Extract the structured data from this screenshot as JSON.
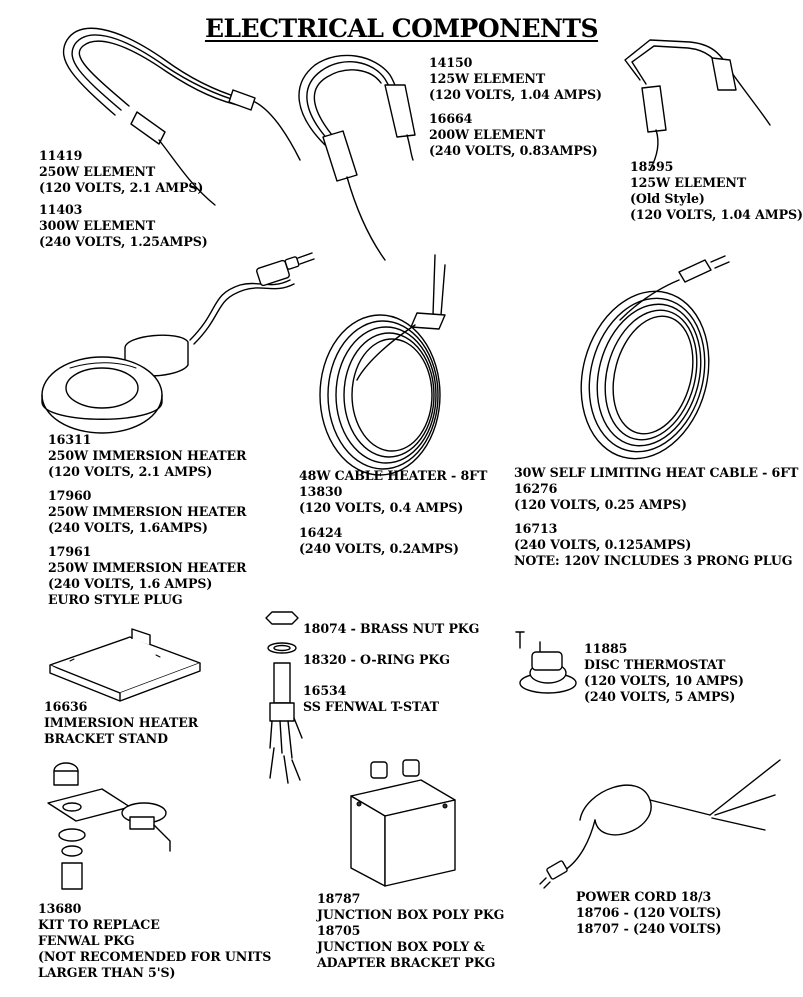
{
  "title": "ELECTRICAL COMPONENTS",
  "items": {
    "c11419": [
      "11419",
      "250W ELEMENT",
      "(120 VOLTS, 2.1 AMPS)"
    ],
    "c11403": [
      "11403",
      "300W ELEMENT",
      "(240 VOLTS, 1.25AMPS)"
    ],
    "c14150": [
      "14150",
      "125W ELEMENT",
      "(120 VOLTS, 1.04 AMPS)"
    ],
    "c16664": [
      "16664",
      "200W ELEMENT",
      "(240 VOLTS, 0.83AMPS)"
    ],
    "c18595": [
      "18595",
      "125W ELEMENT",
      "(Old Style)",
      "(120 VOLTS, 1.04 AMPS)"
    ],
    "c16311": [
      "16311",
      "250W IMMERSION HEATER",
      "(120 VOLTS, 2.1 AMPS)"
    ],
    "c17960": [
      "17960",
      "250W IMMERSION HEATER",
      "(240 VOLTS, 1.6AMPS)"
    ],
    "c17961": [
      "17961",
      "250W IMMERSION HEATER",
      "(240 VOLTS, 1.6 AMPS)",
      "EURO STYLE PLUG"
    ],
    "c13830": [
      "48W CABLE HEATER - 8FT",
      "13830",
      "(120 VOLTS, 0.4 AMPS)"
    ],
    "c16424": [
      "16424",
      "(240 VOLTS, 0.2AMPS)"
    ],
    "c16276": [
      "30W SELF LIMITING HEAT CABLE - 6FT",
      "16276",
      "(120 VOLTS, 0.25 AMPS)"
    ],
    "c16713": [
      "16713",
      "(240 VOLTS, 0.125AMPS)",
      "NOTE: 120V INCLUDES 3 PRONG PLUG"
    ],
    "c18074": [
      "18074 - BRASS NUT PKG"
    ],
    "c18320": [
      "18320 - O-RING PKG"
    ],
    "c16534": [
      "16534",
      "SS FENWAL T-STAT"
    ],
    "c11885": [
      "11885",
      "DISC THERMOSTAT",
      "(120 VOLTS, 10 AMPS)",
      "(240 VOLTS, 5 AMPS)"
    ],
    "c16636": [
      "16636",
      "IMMERSION HEATER",
      "BRACKET STAND"
    ],
    "c13680": [
      "13680",
      "KIT TO REPLACE",
      "FENWAL PKG",
      "(NOT RECOMENDED FOR UNITS",
      "LARGER THAN 5'S)"
    ],
    "c18787": [
      "18787",
      "JUNCTION BOX POLY PKG",
      "18705",
      "JUNCTION BOX POLY &",
      "ADAPTER BRACKET PKG"
    ],
    "c18706": [
      "POWER CORD 18/3",
      "18706 - (120 VOLTS)",
      "18707 - (240 VOLTS)"
    ]
  },
  "icons": [
    "heating-element-icon",
    "immersion-heater-icon",
    "cable-heater-coil-icon",
    "self-limiting-cable-coil-icon",
    "bracket-stand-icon",
    "fenwal-tstat-icon",
    "disc-thermostat-icon",
    "fenwal-kit-icon",
    "junction-box-icon",
    "power-cord-icon"
  ]
}
